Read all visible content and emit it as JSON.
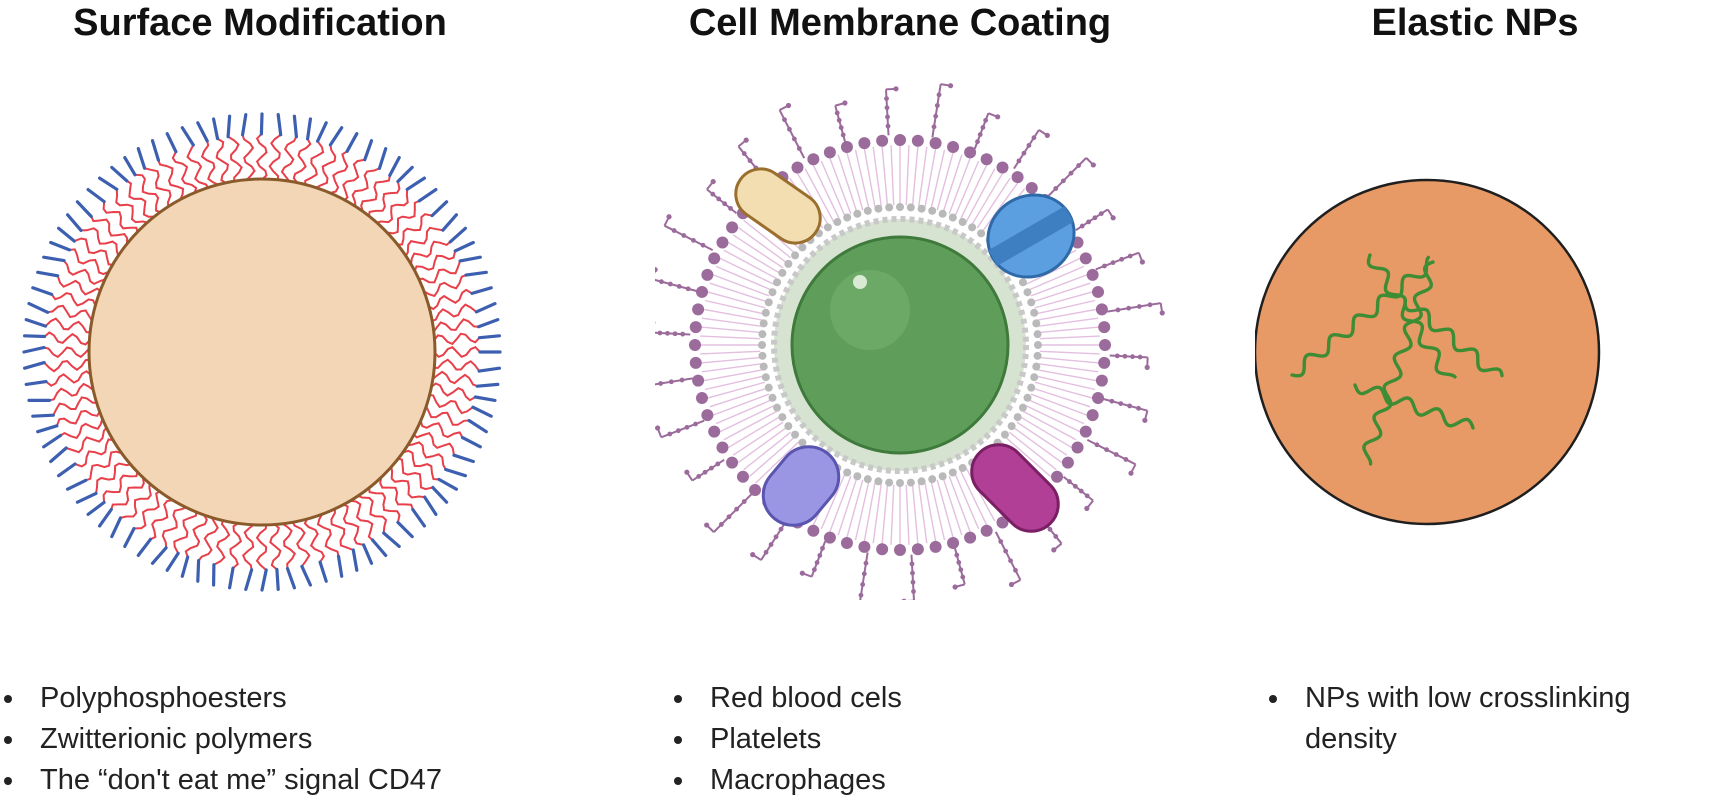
{
  "panels": [
    {
      "title": "Surface Modification",
      "bullets": [
        "Polyphosphoesters",
        "Zwitterionic polymers",
        "The “don't eat me” signal CD47"
      ]
    },
    {
      "title": "Cell Membrane Coating",
      "bullets": [
        "Red blood cels",
        "Platelets",
        "Macrophages"
      ]
    },
    {
      "title": "Elastic NPs",
      "bullets": [
        "NPs with low crosslinking density"
      ]
    }
  ],
  "colors": {
    "core_beige": "#f2d6b5",
    "core_outline": "#8a5a2b",
    "polymer_red": "#e8404a",
    "polymer_blue": "#3d5fb0",
    "membrane_purple": "#9b6b9b",
    "green_core": "#5e9e5a",
    "elastic_orange": "#e89a66",
    "elastic_chain": "#3e8c34"
  }
}
